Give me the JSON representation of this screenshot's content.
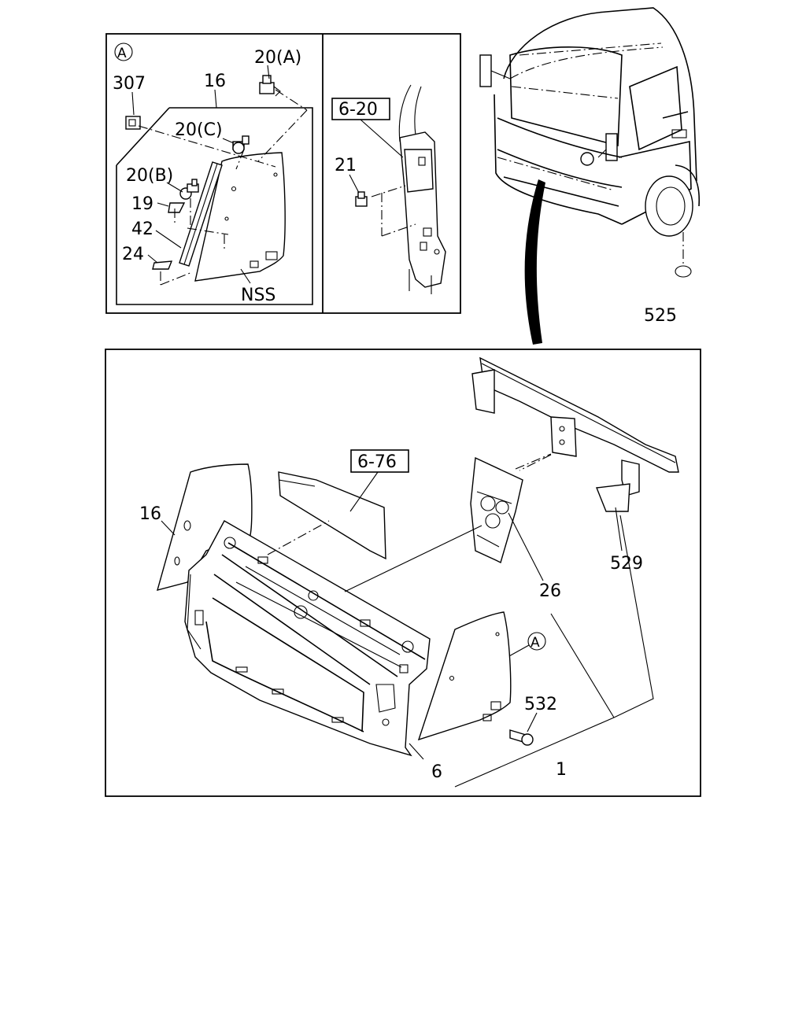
{
  "callouts": {
    "inset_marker": "A",
    "c307": "307",
    "c16_inset": "16",
    "c20a": "20(A)",
    "c20c": "20(C)",
    "c20b": "20(B)",
    "c19": "19",
    "c42": "42",
    "c24": "24",
    "nss": "NSS",
    "ref_6_20": "6-20",
    "c21": "21",
    "c525": "525",
    "ref_6_76": "6-76",
    "c16_main": "16",
    "c529": "529",
    "c26": "26",
    "detail_marker": "A",
    "c532": "532",
    "c6": "6",
    "c1": "1"
  }
}
